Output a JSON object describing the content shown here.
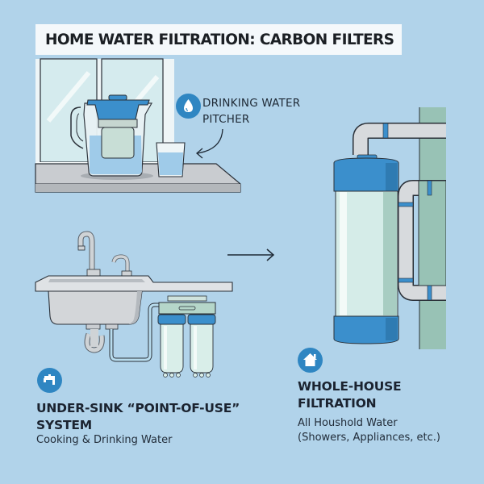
{
  "title": "HOME WATER FILTRATION: CARBON FILTERS",
  "pitcher": {
    "label_line1": "DRINKING WATER",
    "label_line2": "PITCHER",
    "icon": "water-drop-icon"
  },
  "under_sink": {
    "icon": "faucet-icon",
    "title_line1": "UNDER-SINK “POINT-OF-USE”",
    "title_line2": "SYSTEM",
    "subtitle": "Cooking & Drinking Water"
  },
  "whole_house": {
    "icon": "house-icon",
    "title_line1": "WHOLE-HOUSE",
    "title_line2": "FILTRATION",
    "subtitle_line1": "All Houshold Water",
    "subtitle_line2": "(Showers, Appliances, etc.)"
  },
  "colors": {
    "background": "#b1d3ea",
    "accent_blue": "#2f86c2",
    "filter_body": "#d3ebe6",
    "wall": "#98c2b5"
  }
}
